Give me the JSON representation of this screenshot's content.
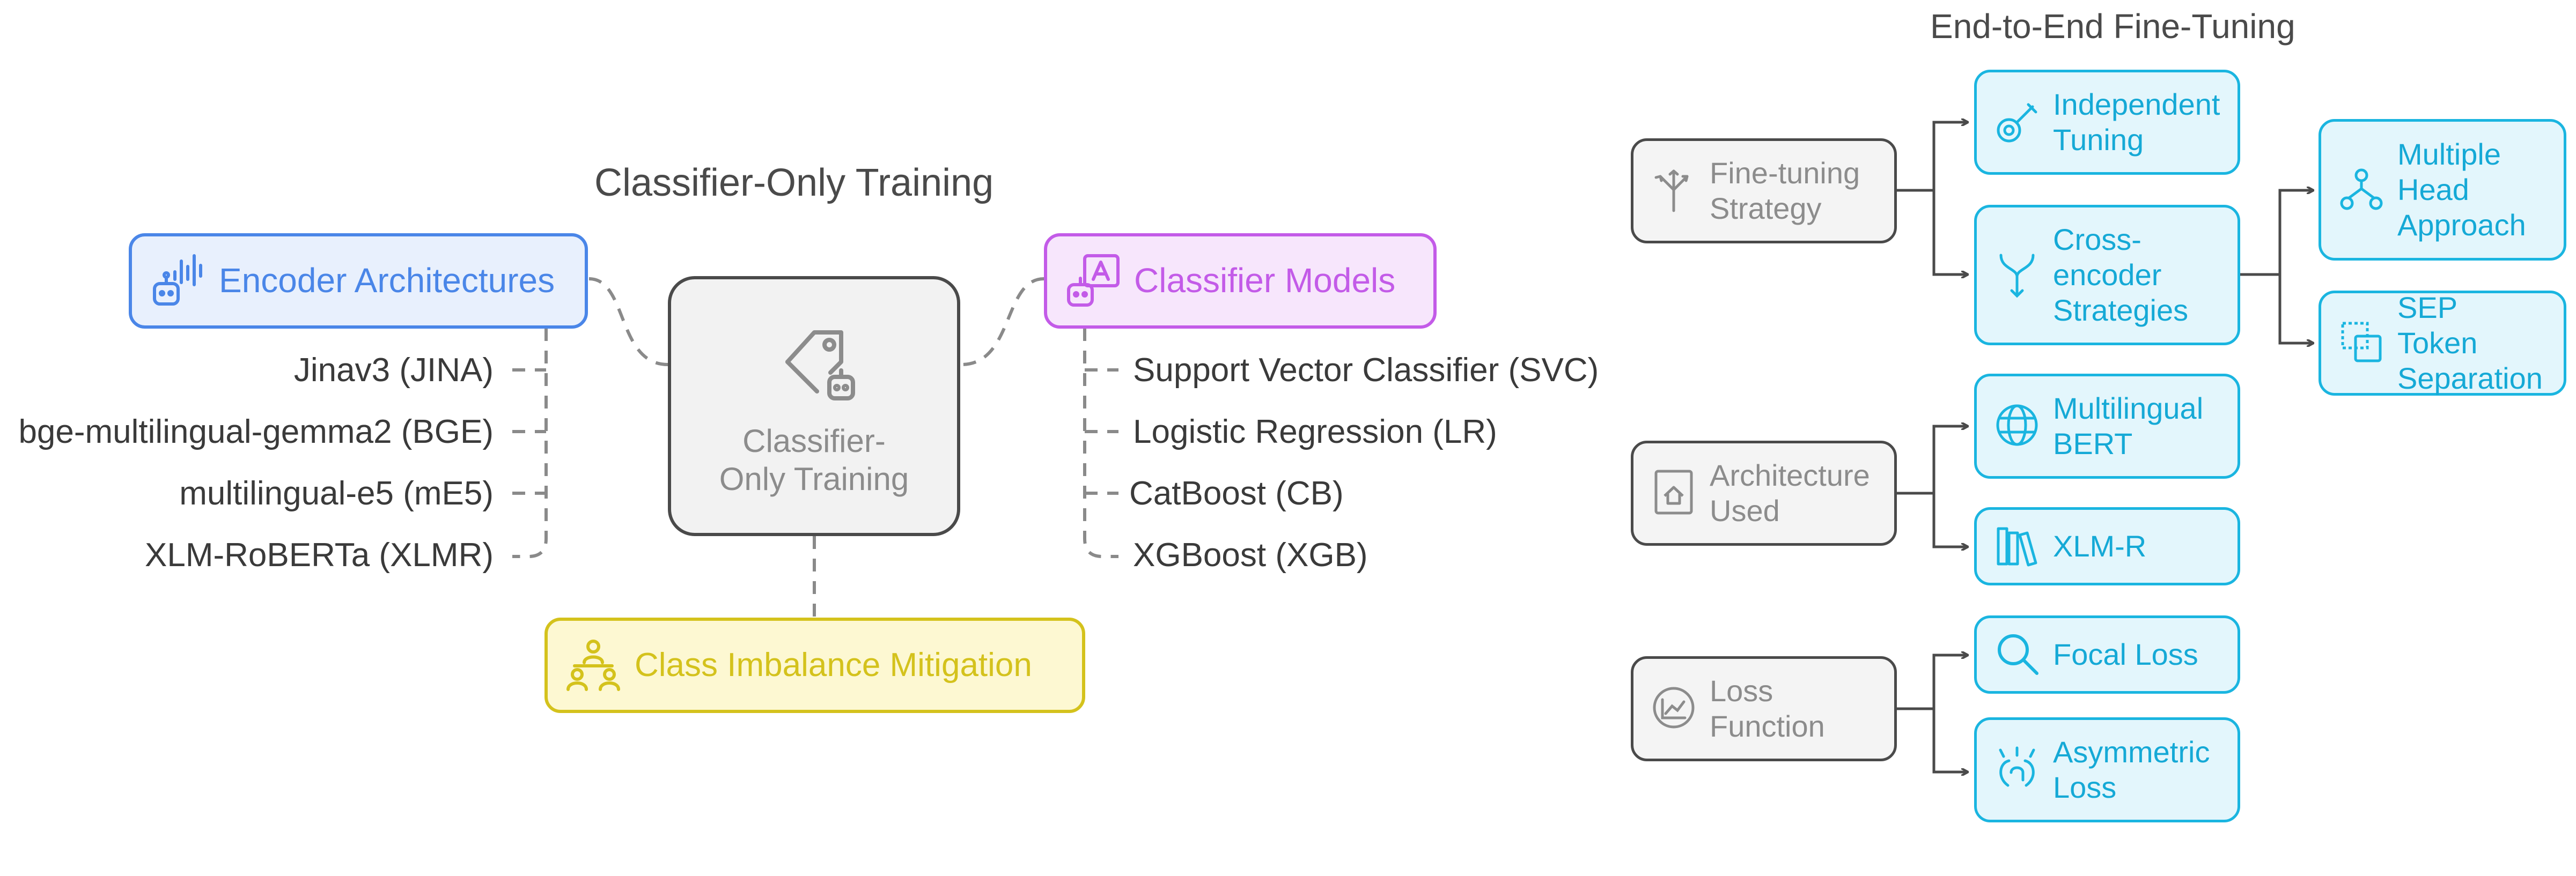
{
  "left": {
    "title": "Classifier-Only Training",
    "center": {
      "label": "Classifier-Only Training",
      "icon": "tag-robot-icon"
    },
    "encoder": {
      "label": "Encoder Architectures",
      "icon": "robot-waveform-icon",
      "items": [
        "Jinav3 (JINA)",
        "bge-multilingual-gemma2 (BGE)",
        "multilingual-e5 (mE5)",
        "XLM-RoBERTa (XLMR)"
      ]
    },
    "classifier": {
      "label": "Classifier Models",
      "icon": "robot-text-icon",
      "items": [
        "Support Vector Classifier (SVC)",
        "Logistic Regression (LR)",
        "CatBoost (CB)",
        "XGBoost (XGB)"
      ]
    },
    "imbalance": {
      "label": "Class Imbalance Mitigation",
      "icon": "people-balance-icon"
    }
  },
  "right": {
    "title": "End-to-End Fine-Tuning",
    "strategy": {
      "label": "Fine-tuning Strategy",
      "icon": "branch-arrows-icon",
      "independent": {
        "label": "Independent Tuning",
        "icon": "key-tuning-icon"
      },
      "cross": {
        "label": "Cross-encoder Strategies",
        "icon": "merge-arrow-icon"
      },
      "multihead": {
        "label": "Multiple Head Approach",
        "icon": "hierarchy-icon"
      },
      "sep": {
        "label": "SEP Token Separation",
        "icon": "overlap-squares-icon"
      }
    },
    "architecture": {
      "label": "Architecture Used",
      "icon": "house-doc-icon",
      "mbert": {
        "label": "Multilingual BERT",
        "icon": "globe-icon"
      },
      "xlmr": {
        "label": "XLM-R",
        "icon": "books-icon"
      }
    },
    "loss": {
      "label": "Loss Function",
      "icon": "chart-circle-icon",
      "focal": {
        "label": "Focal Loss",
        "icon": "magnifier-icon"
      },
      "asym": {
        "label": "Asymmetric Loss",
        "icon": "recycle-icon"
      }
    }
  },
  "colors": {
    "encoder": "#4a86e8",
    "classifier": "#c35be8",
    "imbalance": "#d4c21c",
    "cyan": "#1ab5e0",
    "gray": "#4a4a4a"
  }
}
